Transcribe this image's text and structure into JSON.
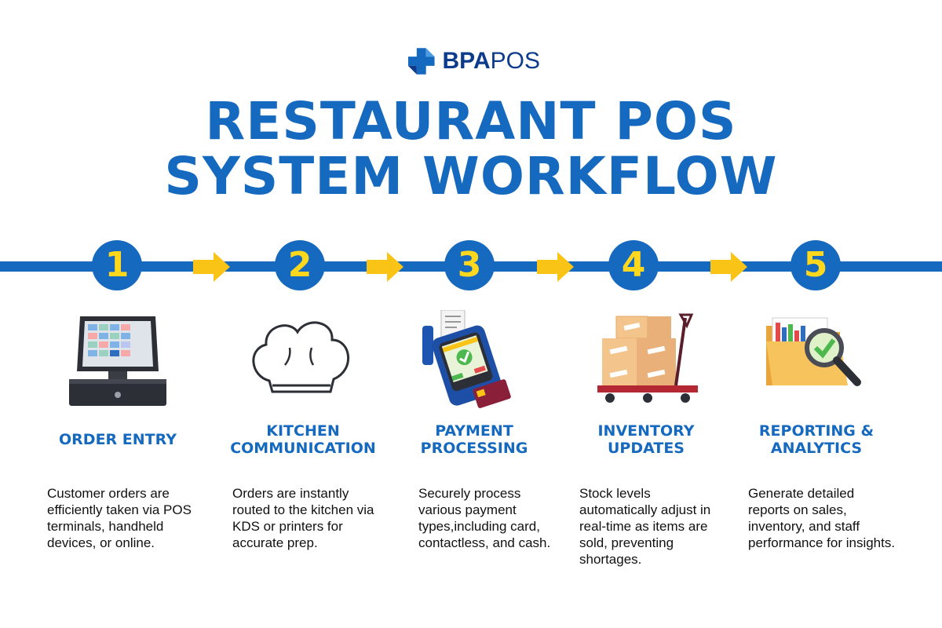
{
  "brand": {
    "bold": "BPA",
    "light": "POS"
  },
  "title": {
    "line1": "RESTAURANT POS",
    "line2": "SYSTEM WORKFLOW"
  },
  "colors": {
    "primary": "#1569bf",
    "accent": "#ffd81e",
    "arrow": "#f9c416"
  },
  "steps": [
    {
      "number": "1",
      "title_line1": "ORDER ENTRY",
      "title_line2": "",
      "description": "Customer orders are efficiently taken via POS terminals, handheld devices, or online.",
      "icon": "pos-terminal-icon"
    },
    {
      "number": "2",
      "title_line1": "KITCHEN",
      "title_line2": "COMMUNICATION",
      "description": "Orders are instantly routed to the kitchen via KDS or printers for accurate prep.",
      "icon": "chef-hat-icon"
    },
    {
      "number": "3",
      "title_line1": "PAYMENT",
      "title_line2": "PROCESSING",
      "description": "Securely process various payment types,including card, contactless, and cash.",
      "icon": "card-reader-icon"
    },
    {
      "number": "4",
      "title_line1": "INVENTORY",
      "title_line2": "UPDATES",
      "description": "Stock levels automatically adjust in real-time as items are sold, preventing shortages.",
      "icon": "boxes-cart-icon"
    },
    {
      "number": "5",
      "title_line1": "REPORTING &",
      "title_line2": "ANALYTICS",
      "description": "Generate detailed reports on sales, inventory, and staff performance for insights.",
      "icon": "report-folder-icon"
    }
  ]
}
